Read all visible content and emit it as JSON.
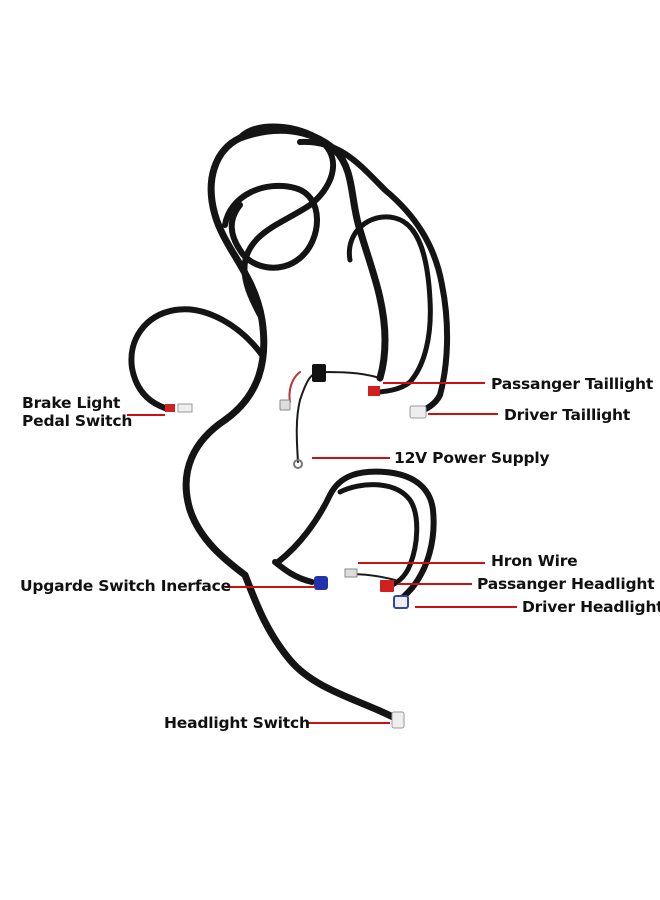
{
  "labels": {
    "brake_light_line1": "Brake Light",
    "brake_light_line2": "Pedal Switch",
    "passanger_taillight": "Passanger Taillight",
    "driver_taillight": "Driver Taillight",
    "power_supply": "12V Power Supply",
    "hron_wire": "Hron Wire",
    "upgarde_switch": "Upgarde Switch Inerface",
    "passanger_headlight": "Passanger Headlight",
    "driver_headlight": "Driver Headlight",
    "headlight_switch": "Headlight Switch"
  },
  "colors": {
    "wire": "#141414",
    "pointer": "#cc1111",
    "connector_red": "#d02020",
    "connector_white": "#eeeeee",
    "connector_blue": "#2233aa"
  }
}
